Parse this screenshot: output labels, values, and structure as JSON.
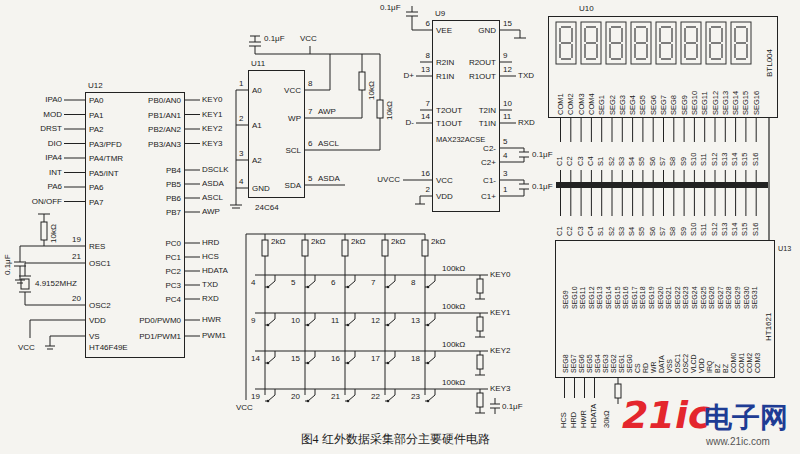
{
  "diagram": {
    "caption": "图4 红外数据采集部分主要硬件电路",
    "nodes": [
      {
        "text": [
          "U12",
          "HT46F49E",
          "PA0",
          "PA1",
          "PA2",
          "PA3/PFD",
          "PA4/TMR",
          "PA5/INT",
          "PA6",
          "PA7",
          "RES",
          "OSC1",
          "OSC2",
          "VDD",
          "VS",
          "PB0/AN0",
          "PB1/AN1",
          "PB2/AN2",
          "PB3/AN3",
          "PB4",
          "PB5",
          "PB6",
          "PB7",
          "PC0",
          "PC1",
          "PC2",
          "PC3",
          "PC4",
          "PD0/PWM0",
          "PD1/PWM1"
        ]
      },
      {
        "text": [
          "U11",
          "24C64",
          "A0",
          "A1",
          "A2",
          "GND",
          "VCC",
          "WP",
          "SCL",
          "SDA"
        ]
      },
      {
        "text": [
          "U9",
          "MAX232ACSE",
          "VEE",
          "R2IN",
          "R1IN",
          "T2OUT",
          "T1OUT",
          "VCC",
          "VDD",
          "GND",
          "R2OUT",
          "R1OUT",
          "T2IN",
          "T1IN",
          "C2-",
          "C2+",
          "C1-",
          "C1+"
        ]
      },
      {
        "text": [
          "U10",
          "BTL004",
          "COM1",
          "COM2",
          "COM3",
          "COM4",
          "SEG1",
          "SEG2",
          "SEG3",
          "SEG4",
          "SEG5",
          "SEG6",
          "SEG7",
          "SEG8",
          "SEG9",
          "SEG10",
          "SEG11",
          "SEG12",
          "SEG13",
          "SEG14",
          "SEG15",
          "SEG16"
        ]
      },
      {
        "text": [
          "U13",
          "HT1621",
          "SEG9",
          "SEG10",
          "SEG11",
          "SEG12",
          "SEG13",
          "SEG14",
          "SEG15",
          "SEG16",
          "SEG17",
          "SEG18",
          "SEG19",
          "SEG20",
          "SEG21",
          "SEG22",
          "SEG23",
          "SEG24",
          "SEG25",
          "SEG26",
          "SEG27",
          "SEG28",
          "SEG29",
          "SEG30",
          "SEG31",
          "SEG8",
          "SEG7",
          "SEG6",
          "SEG5",
          "SEG4",
          "SEG3",
          "SEG2",
          "SEG1",
          "SEG0",
          "CS",
          "RD",
          "WR",
          "DATA",
          "VSS",
          "OSC1",
          "OSC2",
          "VLCD",
          "VDD",
          "IRQ",
          "BZ",
          "BZ",
          "COM0",
          "COM1",
          "COM2",
          "COM3"
        ]
      }
    ],
    "edges": [
      {
        "from": 4,
        "to": 3,
        "arrow": "none"
      }
    ],
    "labels": [
      "IPA0",
      "MOD",
      "DRST",
      "DIO",
      "IPA4",
      "INT",
      "PA6",
      "ON/OFF",
      "KEY0",
      "KEY1",
      "KEY2",
      "KEY3",
      "DSCLK",
      "ASDA",
      "ASCL",
      "AWP",
      "HRD",
      "HCS",
      "HDATA",
      "TXD",
      "RXD",
      "HWR",
      "PWM1",
      "19",
      "21",
      "20",
      "0.1μF",
      "10kΩ",
      "4.9152MHZ",
      "VCC",
      "1",
      "2",
      "3",
      "4",
      "8",
      "7",
      "6",
      "5",
      "AWP",
      "ASCL",
      "ASDA",
      "10kΩ",
      "10kΩ",
      "0.1μF",
      "VCC",
      "UVCC",
      "6",
      "8",
      "13",
      "7",
      "14",
      "16",
      "2",
      "15",
      "9",
      "12",
      "10",
      "11",
      "5",
      "4",
      "3",
      "1",
      "D+",
      "D-",
      "TXD",
      "RXD",
      "0.1μF",
      "0.1μF",
      "0.1μF",
      "C1",
      "C2",
      "C3",
      "C4",
      "S1",
      "S2",
      "S3",
      "S4",
      "S5",
      "S6",
      "S7",
      "S8",
      "S9",
      "S10",
      "S11",
      "S12",
      "S13",
      "S14",
      "S15",
      "S16",
      "C1",
      "C2",
      "C3",
      "C4",
      "S1",
      "S2",
      "S3",
      "S4",
      "S5",
      "S6",
      "S7",
      "S8",
      "S9",
      "S10",
      "S11",
      "S12",
      "S13",
      "S14",
      "S15",
      "S16",
      "HCS",
      "HRD",
      "HWR",
      "HDATA",
      "30kΩ",
      "2kΩ",
      "2kΩ",
      "2kΩ",
      "2kΩ",
      "2kΩ",
      "4",
      "5",
      "6",
      "7",
      "8",
      "9",
      "10",
      "11",
      "12",
      "13",
      "14",
      "15",
      "16",
      "17",
      "18",
      "19",
      "20",
      "21",
      "22",
      "23",
      "100kΩ",
      "100kΩ",
      "100kΩ",
      "100kΩ",
      "KEY0",
      "KEY1",
      "KEY2",
      "KEY3",
      "VCC",
      "0.1μF",
      "21ic",
      "电子网",
      "www.21ic.com"
    ]
  }
}
